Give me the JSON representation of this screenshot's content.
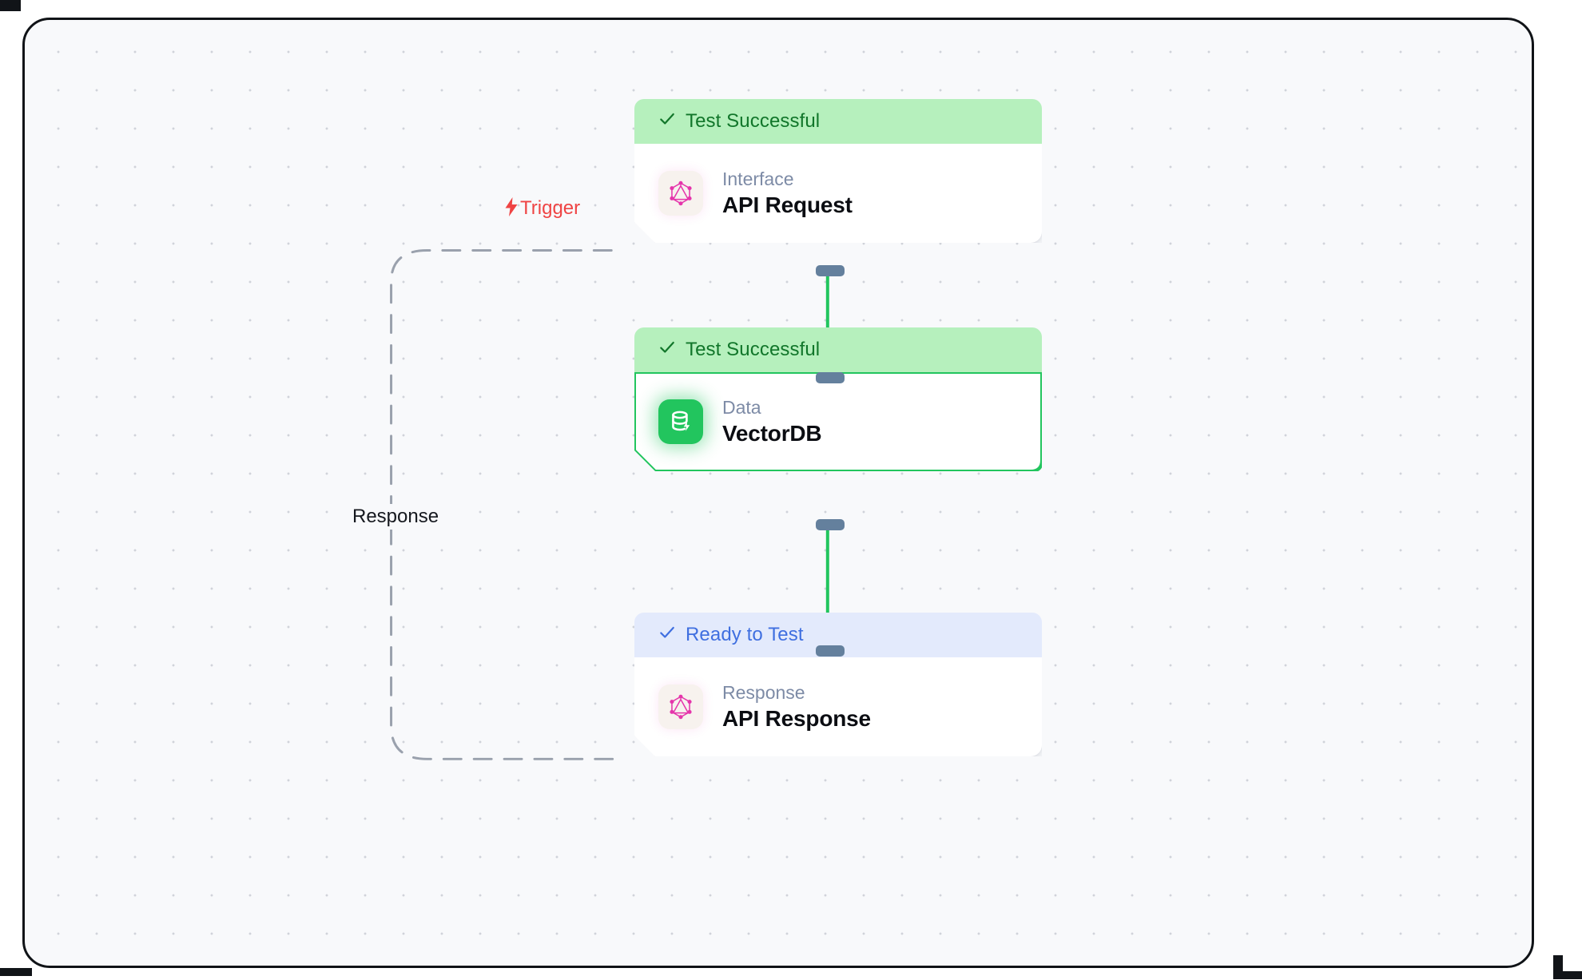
{
  "canvas": {
    "background_color": "#f8f9fb",
    "frame_color": "#101317",
    "grid": "dotted"
  },
  "edges": [
    {
      "id": "edge-trigger",
      "label": "Trigger",
      "icon": "lightning-bolt-icon",
      "color": "#ef4444",
      "style": "dashed",
      "from": "api-response",
      "to": "api-request"
    },
    {
      "id": "edge-response",
      "label": "Response",
      "color": "#15181e",
      "style": "dashed",
      "from": "api-response",
      "to": "api-request"
    },
    {
      "id": "edge-request-to-vectordb",
      "label": "",
      "color": "#22c55e",
      "style": "solid",
      "from": "api-request",
      "to": "vectordb"
    },
    {
      "id": "edge-vectordb-to-response",
      "label": "",
      "color": "#22c55e",
      "style": "solid",
      "from": "vectordb",
      "to": "api-response"
    }
  ],
  "nodes": [
    {
      "id": "api-request",
      "status_label": "Test Successful",
      "status_variant": "success",
      "status_icon": "check-icon",
      "kind": "Interface",
      "title": "API Request",
      "icon": "graphql-icon",
      "icon_color": "#e535ab",
      "selected": false
    },
    {
      "id": "vectordb",
      "status_label": "Test Successful",
      "status_variant": "success",
      "status_icon": "check-icon",
      "kind": "Data",
      "title": "VectorDB",
      "icon": "database-bolt-icon",
      "icon_color": "#22c55e",
      "selected": true
    },
    {
      "id": "api-response",
      "status_label": "Ready to Test",
      "status_variant": "ready",
      "status_icon": "check-icon",
      "kind": "Response",
      "title": "API Response",
      "icon": "graphql-icon",
      "icon_color": "#e535ab",
      "selected": false
    }
  ],
  "colors": {
    "success_bg": "#b6f0bd",
    "success_fg": "#11762a",
    "ready_bg": "#e3eafc",
    "ready_fg": "#3f6fe0",
    "edge_green": "#22c55e",
    "edge_dashed": "#9aa1ad",
    "handle": "#64809d",
    "trigger_red": "#ef4444"
  }
}
